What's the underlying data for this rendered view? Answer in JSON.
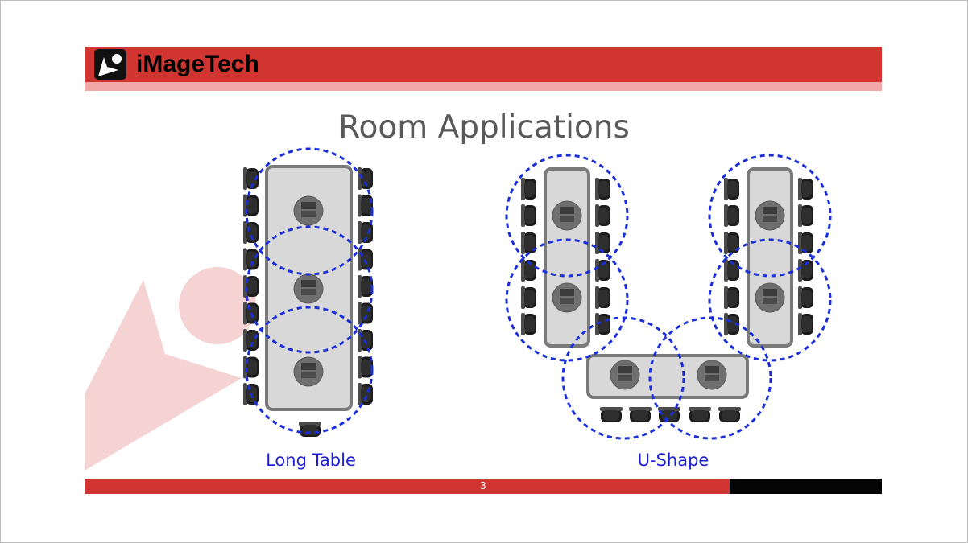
{
  "header": {
    "brand": "iMageTech",
    "logo_icon": "imagetech-logo-icon",
    "bar_color": "#d03531",
    "stripe_color": "#f1a8a6"
  },
  "title": "Room Applications",
  "diagrams": {
    "long_table": {
      "caption": "Long Table",
      "microphone_count": 3,
      "chair_count": 19
    },
    "u_shape": {
      "caption": "U-Shape",
      "microphone_count": 6,
      "chair_count": 29
    },
    "coverage_circle_color": "#1a2fd9",
    "table_color": "#d8d8d8"
  },
  "footer": {
    "page_number": "3",
    "red_color": "#d03531",
    "black_color": "#050505"
  }
}
